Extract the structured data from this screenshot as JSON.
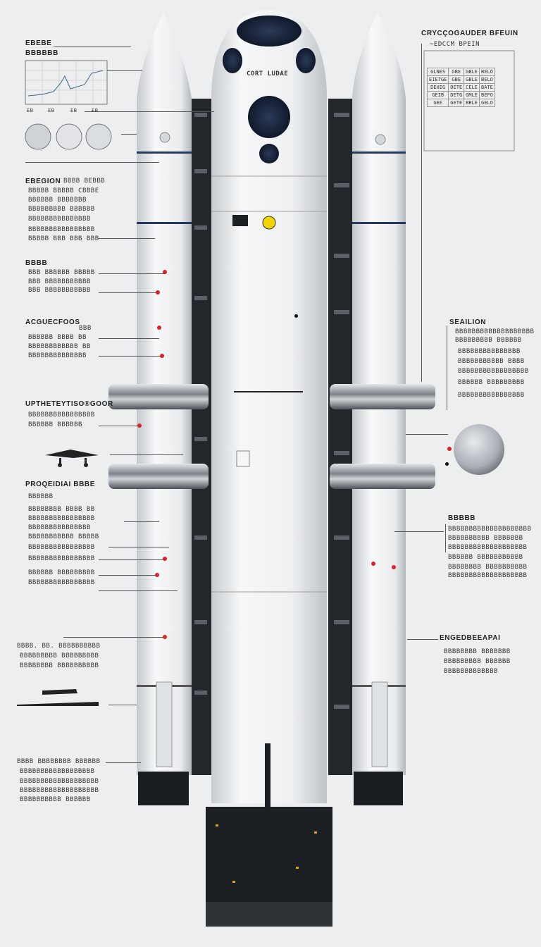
{
  "header": {
    "title": "CRYCÇOGAUDER BFEUIN",
    "subtitle": "~EDCCM BPEIN",
    "table_rows": [
      [
        "GLNES",
        "GBE",
        "GBLE",
        "BELO"
      ],
      [
        "EIETGE",
        "GBE",
        "GBLE",
        "BELO"
      ],
      [
        "DEHIG",
        "DETE",
        "CELE",
        "BATE"
      ],
      [
        "GEIB",
        "DETG",
        "GMLE",
        "BEFO"
      ],
      [
        "GEE",
        "GETE",
        "BBLE",
        "GELO"
      ]
    ]
  },
  "capsule_label": "CORT LUDAE",
  "left_labels": {
    "top1": "EBEBE",
    "top2": "BBBBBB",
    "chart_ticks": [
      "EB",
      "EB",
      "EB",
      "EB"
    ],
    "section1_head": "EBEGION",
    "section1_lines": [
      "BBBB BEBBB",
      "BBBBB BBBBB CBBBE",
      "BBBBBB BBBBBBB",
      "BBBBBBBBB BBBBBB",
      "BBBBBBBBBBBBBBB",
      "BBBBBBBBBBBBBBBB",
      "BBBBB BBB BBB BBB"
    ],
    "section2_head": "BBBB",
    "section2_lines": [
      "BBB BBBBBB BBBBB",
      "BBB BBBBBBBBBBB",
      "BBB BBBBBBBBBBB"
    ],
    "section3_head": "ACGUECFOOS",
    "section3_sub": "BBB",
    "section3_lines": [
      "BBBBBB BBBB BB",
      "BBBBBBBBBBBB BB",
      "BBBBBBBBBBBBBB"
    ],
    "section4_head": "UPTHETEYTISO®GOOR",
    "section4_lines": [
      "BBBBBBBBBBBBBBBB",
      "BBBBBB BBBBBB"
    ],
    "section5_head": "PROQEIDIAI BBBE",
    "section5_lines": [
      "BBBBBB",
      "BBBBBBBB BBBB BB",
      "BBBBBBBBBBBBBBBB",
      "BBBBBBBBBBBBBBB",
      "BBBBBBBBBBB BBBBB",
      "BBBBBBBBBBBBBBBB",
      "BBBBBBBBBBBBBBBB",
      "BBBBBB BBBBBBBBB",
      "BBBBBBBBBBBBBBBB"
    ],
    "section6_lines": [
      "BBBB. BB. BBBBBBBBBB",
      "BBBBBBBBB BBBBBBBBB",
      "BBBBBBBB BBBBBBBBBB"
    ],
    "section7_lines": [
      "BBBB BBBBBBBB BBBBBB",
      "BBBBBBBBBBBBBBBBBB",
      "BBBBBBBBBBBBBBBBBBB",
      "BBBBBBBBBBBBBBBBBBB",
      "BBBBBBBBBB BBBBBB"
    ]
  },
  "right_labels": {
    "section1_head": "SEAILION",
    "section1_lines": [
      "BBBBBBBBBBBBBBBBBBB",
      "BBBBBBBBB BBBBBB",
      "BBBBBBBBBBBBBBB",
      "BBBBBBBBBBB BBBB",
      "BBBBBBBBBBBBBBBBB",
      "BBBBBB BBBBBBBBB",
      "BBBBBBBBBBBBBBBB"
    ],
    "section2_head": "BBBBB",
    "section2_lines": [
      "BBBBBBBBBBBBBBBBBBBB",
      "BBBBBBBBBB BBBBBBB",
      "BBBBBBBBBBBBBBBBBBB",
      "BBBBBB BBBBBBBBBBB",
      "BBBBBBBB BBBBBBBBBB",
      "BBBBBBBBBBBBBBBBBBB"
    ],
    "section3_head": "ENGEDBEEAPAI",
    "section3_lines": [
      "BBBBBBBB BBBBBBB",
      "BBBBBBBBB BBBBBB",
      "BBBBBBBBBBBBB"
    ]
  },
  "colors": {
    "background": "#eceef0",
    "hull": "#f4f5f6",
    "hull_shade": "#cfd3d7",
    "dark": "#1c1f23",
    "accent_red": "#d22020",
    "accent_yellow": "#f1d400"
  }
}
